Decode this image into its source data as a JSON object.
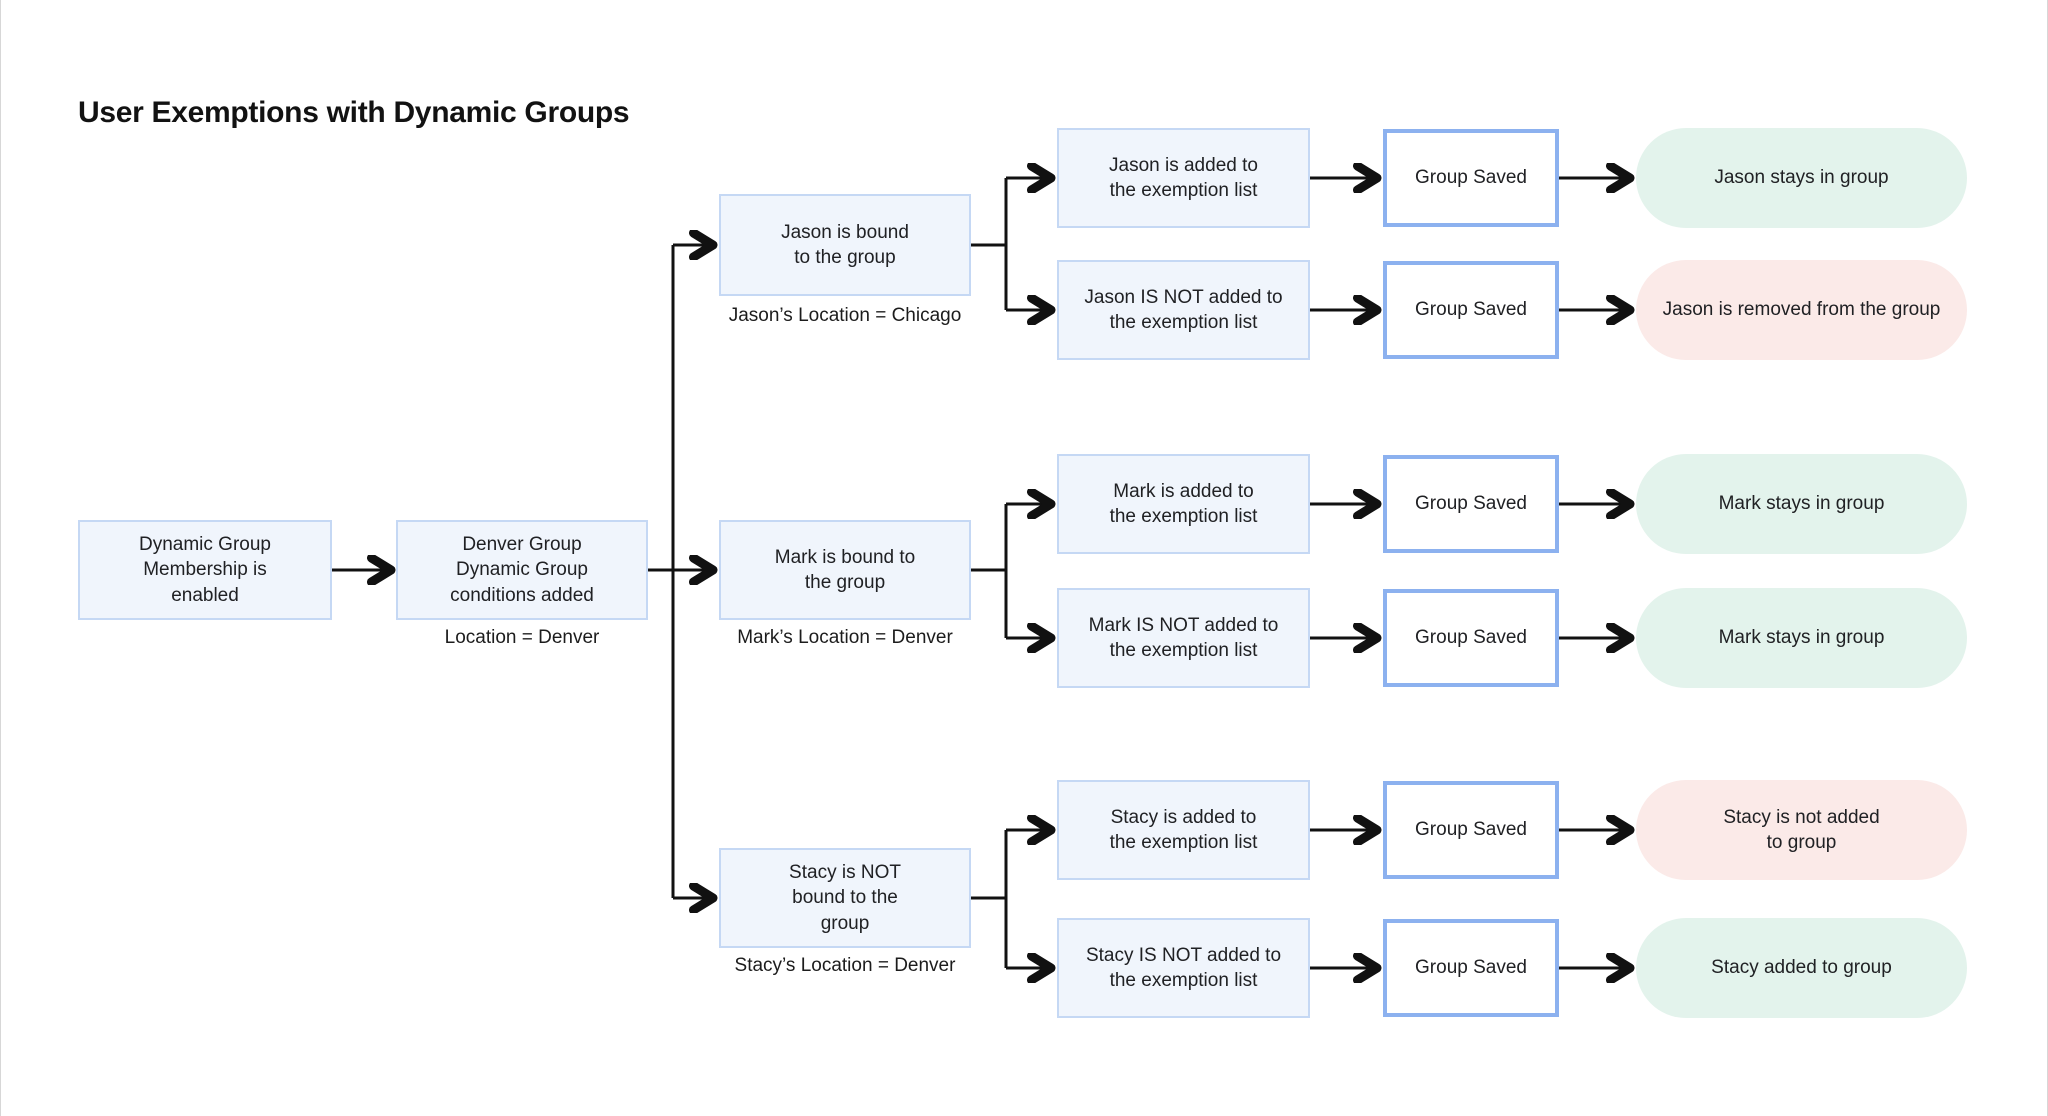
{
  "title": "User Exemptions with Dynamic Groups",
  "colors": {
    "background": "#ffffff",
    "node_fill": "#f0f5fc",
    "node_border": "#c5d8f4",
    "saved_node_border": "#8cb1ef",
    "positive_result_fill": "#e3f3ec",
    "negative_result_fill": "#fbeae8",
    "connector": "#111111",
    "text": "#202124"
  },
  "nodes": {
    "start": {
      "label": "Dynamic Group\nMembership is\nenabled"
    },
    "condition": {
      "label": "Denver Group\nDynamic Group\nconditions added",
      "caption": "Location = Denver"
    }
  },
  "branches": [
    {
      "user": "Jason",
      "state": {
        "label": "Jason is bound\nto the group",
        "caption": "Jason’s Location = Chicago"
      },
      "outcomes": [
        {
          "action": "Jason is added to\nthe exemption list",
          "saved": "Group Saved",
          "result": "Jason stays in group",
          "sentiment": "positive"
        },
        {
          "action": "Jason IS NOT added to\nthe exemption list",
          "saved": "Group Saved",
          "result": "Jason is removed from the group",
          "sentiment": "negative"
        }
      ]
    },
    {
      "user": "Mark",
      "state": {
        "label": "Mark is bound to\nthe group",
        "caption": "Mark’s Location = Denver"
      },
      "outcomes": [
        {
          "action": "Mark is added to\nthe exemption list",
          "saved": "Group Saved",
          "result": "Mark stays in group",
          "sentiment": "positive"
        },
        {
          "action": "Mark IS NOT added to\nthe exemption list",
          "saved": "Group Saved",
          "result": "Mark stays in group",
          "sentiment": "positive"
        }
      ]
    },
    {
      "user": "Stacy",
      "state": {
        "label": "Stacy is NOT\nbound to the\ngroup",
        "caption": "Stacy’s Location = Denver"
      },
      "outcomes": [
        {
          "action": "Stacy is added to\nthe exemption list",
          "saved": "Group Saved",
          "result": "Stacy is not added\nto group",
          "sentiment": "negative"
        },
        {
          "action": "Stacy IS NOT added to\nthe exemption list",
          "saved": "Group Saved",
          "result": "Stacy added to group",
          "sentiment": "positive"
        }
      ]
    }
  ]
}
